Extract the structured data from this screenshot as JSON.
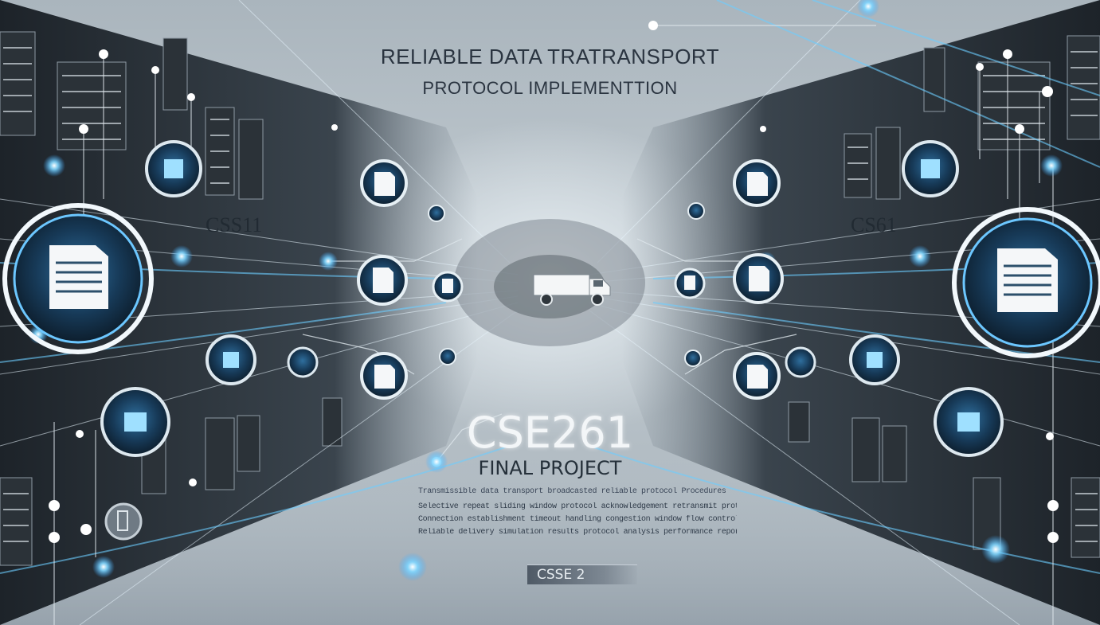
{
  "title": {
    "line1": "RELIABLE DATA TRATRANSPORT",
    "line2": "PROTOCOL IMPLEMENTTION"
  },
  "course": {
    "code": "CSE261",
    "subtitle": "FINAL PROJECT"
  },
  "description_lines": [
    "Transmissible data transport broadcasted reliable protocol Procedures",
    "Selective repeat sliding window protocol acknowledgement retransmit protocol",
    "Connection establishment timeout handling congestion window flow control",
    "Reliable delivery simulation results protocol analysis performance report"
  ],
  "badge_text": "CSSE 2",
  "side_labels": {
    "left": "CSS11",
    "right": "CS61"
  },
  "icons": {
    "center": "truck-icon",
    "nodes": "document-icon"
  },
  "colors": {
    "glow": "#58c8ff",
    "node_ring": "#e8f4fb",
    "panel_dark": "#1c2228"
  }
}
